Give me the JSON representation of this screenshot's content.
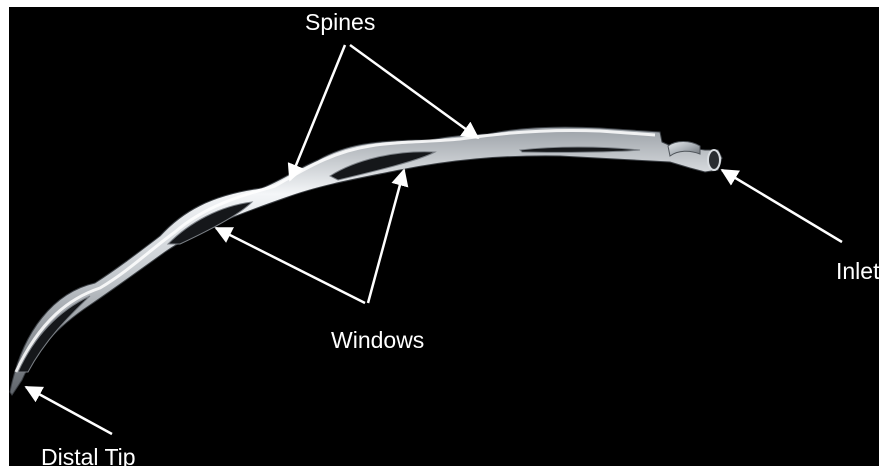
{
  "labels": {
    "spines": "Spines",
    "windows": "Windows",
    "inlet": "Inlet",
    "distal_tip": "Distal Tip"
  },
  "colors": {
    "background": "#000000",
    "frame": "#ffffff",
    "text": "#ffffff",
    "arrow": "#ffffff",
    "metal_light": "#f2f4f6",
    "metal_mid": "#b9bec4",
    "metal_dark": "#5c6167",
    "window_dark": "#16181b"
  }
}
